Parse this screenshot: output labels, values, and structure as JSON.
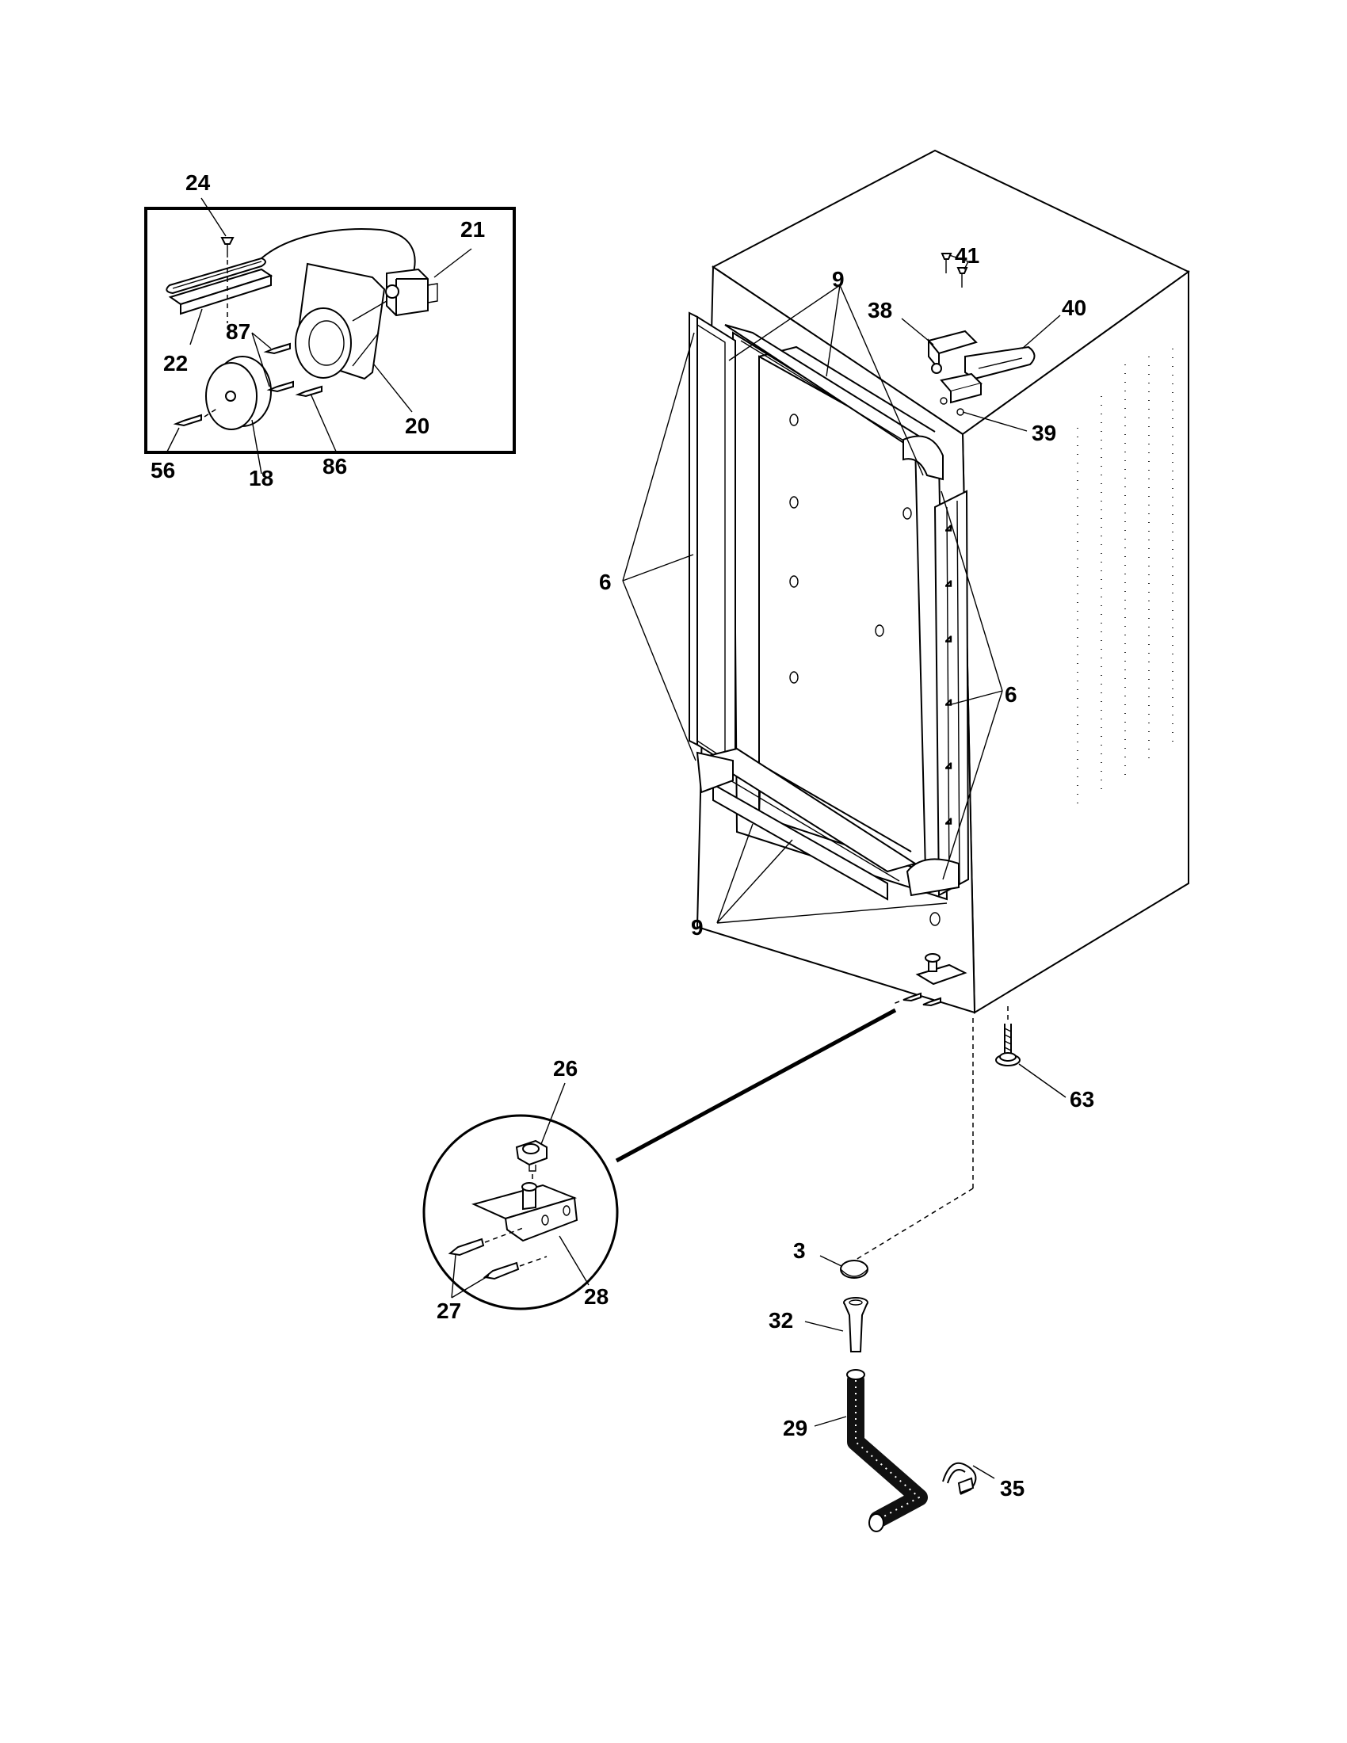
{
  "callouts": {
    "c24": "24",
    "c21": "21",
    "c87": "87",
    "c22": "22",
    "c20": "20",
    "c56": "56",
    "c18": "18",
    "c86": "86",
    "c41": "41",
    "c38": "38",
    "c40": "40",
    "c39": "39",
    "c9_top": "9",
    "c9_bottom": "9",
    "c6_left": "6",
    "c6_right": "6",
    "c26": "26",
    "c63": "63",
    "c3": "3",
    "c32": "32",
    "c29": "29",
    "c35": "35",
    "c27": "27",
    "c28": "28"
  },
  "colors": {
    "line": "#000000",
    "background": "#ffffff",
    "hose": "#111111"
  }
}
